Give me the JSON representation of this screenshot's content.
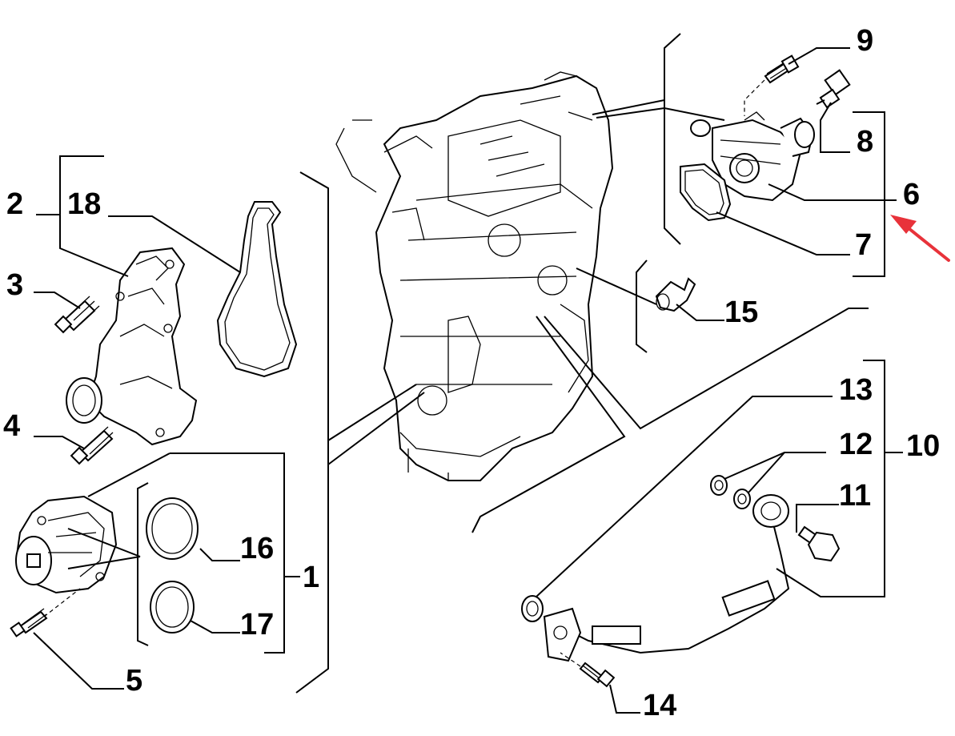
{
  "callouts": {
    "n1": "1",
    "n2": "2",
    "n3": "3",
    "n4": "4",
    "n5": "5",
    "n6": "6",
    "n7": "7",
    "n8": "8",
    "n9": "9",
    "n10": "10",
    "n11": "11",
    "n12": "12",
    "n13": "13",
    "n14": "14",
    "n15": "15",
    "n16": "16",
    "n17": "17",
    "n18": "18"
  },
  "colors": {
    "line": "#000000",
    "arrow": "#e8323a",
    "background": "#ffffff"
  }
}
